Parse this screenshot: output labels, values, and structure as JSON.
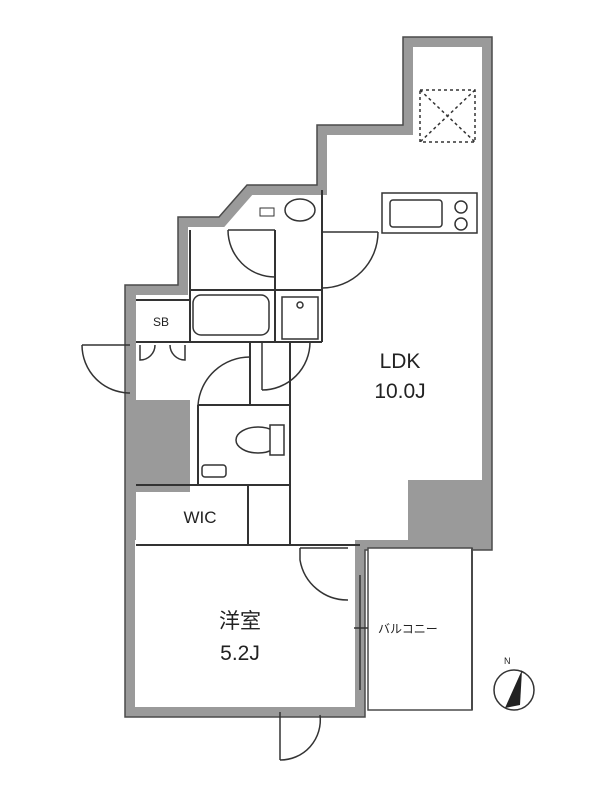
{
  "rooms": {
    "ldk": {
      "name": "LDK",
      "size": "10.0J"
    },
    "bedroom": {
      "name": "洋室",
      "size": "5.2J"
    },
    "wic": {
      "name": "WIC"
    },
    "sb": {
      "name": "SB"
    },
    "balcony": {
      "name": "バルコニー"
    }
  },
  "compass": {
    "north_label": "N"
  },
  "colors": {
    "wall": "#9a9a9a",
    "wall_outline": "#4a4a4a",
    "line": "#333333",
    "background": "#ffffff"
  }
}
